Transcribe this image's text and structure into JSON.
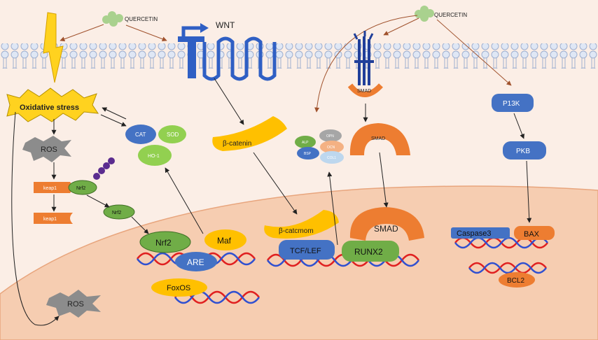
{
  "labels": {
    "quercetin_left": "QUERCETIN",
    "quercetin_right": "QUERCETIN",
    "wnt": "WNT",
    "oxidative_stress": "Oxidative stress",
    "ros_top": "ROS",
    "ros_bottom": "ROS",
    "keap1_top": "keap1",
    "keap1_bottom": "keap1",
    "nrf2_small_1": "Nrf2",
    "nrf2_small_2": "Nrf2",
    "cat": "CAT",
    "sod": "SOD",
    "ho1": "HO-1",
    "beta_catenin": "β-catenin",
    "smad_receptor": "SMAD",
    "smad_cyto": "SMAD",
    "smad_nucleus": "SMAD",
    "p13k": "P13K",
    "pkb": "PKB",
    "alp": "ALP",
    "opn": "OPN",
    "bsp": "BSP",
    "ocn": "OCN",
    "col": "COL1",
    "nrf2_nucleus": "Nrf2",
    "maf": "Maf",
    "are": "ARE",
    "foxos": "FoxOS",
    "beta_catcmom": "β-catcmom",
    "tcf_lef": "TCF/LEF",
    "runx2": "RUNX2",
    "caspase3": "Caspase3",
    "bax": "BAX",
    "bcl2": "BCL2"
  },
  "colors": {
    "background": "#fbeee6",
    "nucleus": "#f6cdb1",
    "membrane": "#d9e2f3",
    "orange": "#ed7d31",
    "blue": "#4472c4",
    "green": "#70ad47",
    "yellow": "#ffc000",
    "gray": "#8c8c8c",
    "dna_red": "#e02020",
    "dna_blue": "#3050d0"
  }
}
